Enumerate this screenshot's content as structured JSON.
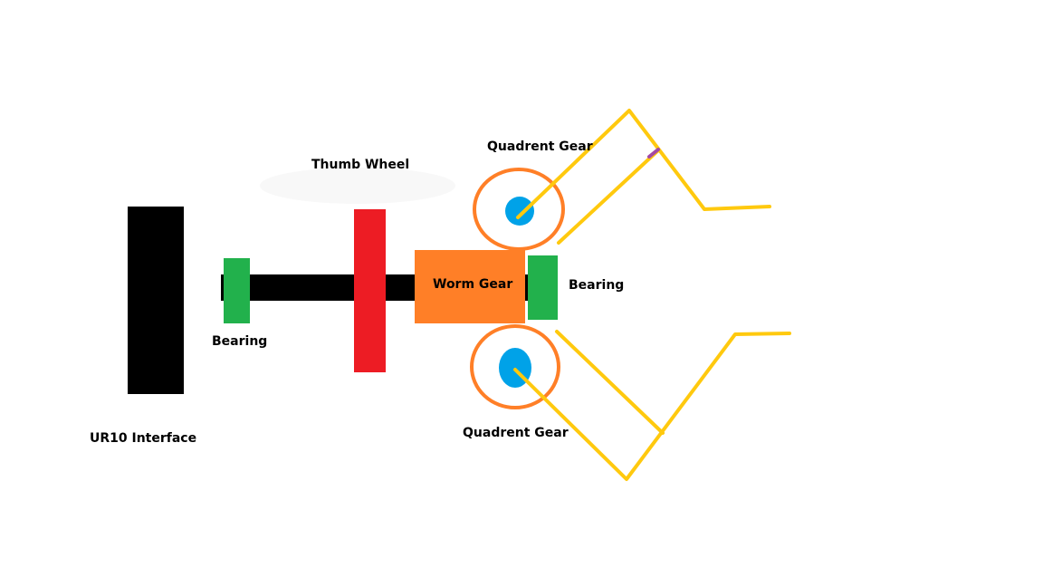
{
  "diagram": {
    "type": "mechanical-schematic",
    "colors": {
      "interface": "#000000",
      "shaft": "#000000",
      "bearing": "#22b14c",
      "thumb_wheel": "#ed1c24",
      "worm_gear": "#ff7f27",
      "quadrant_gear_ring": "#ff7f27",
      "quadrant_gear_hub": "#00a2e8",
      "gripper_linkage": "#ffc90e",
      "linkage_joint": "#a349a4",
      "label": "#000000",
      "background": "#ffffff"
    },
    "labels": {
      "ur10_interface": "UR10 Interface",
      "bearing_left": "Bearing",
      "thumb_wheel": "Thumb Wheel",
      "worm_gear": "Worm Gear",
      "bearing_right": "Bearing",
      "quadrant_gear_top": "Quadrent Gear",
      "quadrant_gear_bottom": "Quadrent Gear"
    },
    "components": [
      {
        "id": "ur10-interface",
        "label": "UR10 Interface"
      },
      {
        "id": "drive-shaft",
        "label": ""
      },
      {
        "id": "bearing-left",
        "label": "Bearing"
      },
      {
        "id": "thumb-wheel",
        "label": "Thumb Wheel"
      },
      {
        "id": "worm-gear",
        "label": "Worm Gear"
      },
      {
        "id": "bearing-right",
        "label": "Bearing"
      },
      {
        "id": "quadrant-gear-top",
        "label": "Quadrent Gear"
      },
      {
        "id": "quadrant-gear-bottom",
        "label": "Quadrent Gear"
      },
      {
        "id": "gripper-finger-top",
        "label": ""
      },
      {
        "id": "gripper-finger-bottom",
        "label": ""
      }
    ],
    "connections": [
      {
        "from": "ur10-interface",
        "to": "drive-shaft"
      },
      {
        "from": "drive-shaft",
        "to": "bearing-left"
      },
      {
        "from": "drive-shaft",
        "to": "thumb-wheel"
      },
      {
        "from": "drive-shaft",
        "to": "worm-gear"
      },
      {
        "from": "drive-shaft",
        "to": "bearing-right"
      },
      {
        "from": "worm-gear",
        "to": "quadrant-gear-top"
      },
      {
        "from": "worm-gear",
        "to": "quadrant-gear-bottom"
      },
      {
        "from": "quadrant-gear-top",
        "to": "gripper-finger-top"
      },
      {
        "from": "quadrant-gear-bottom",
        "to": "gripper-finger-bottom"
      }
    ]
  }
}
